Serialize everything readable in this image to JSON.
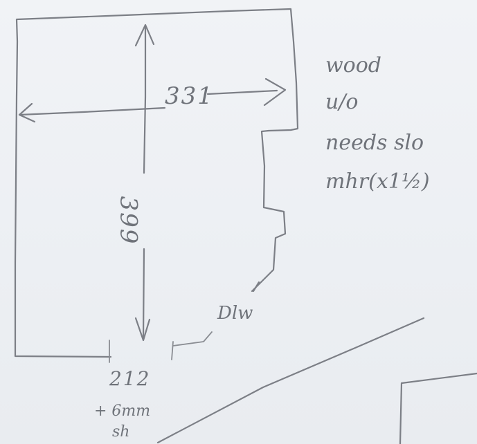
{
  "sketch": {
    "dimensions": {
      "width": "331",
      "height": "399",
      "gap_label": "Dlw",
      "bottom_measure": "212"
    },
    "bottom_notes": [
      "+ 6mm",
      "sh"
    ],
    "side_notes": [
      "wood",
      "u/o",
      "needs slo",
      "mhr(x1½)"
    ]
  }
}
